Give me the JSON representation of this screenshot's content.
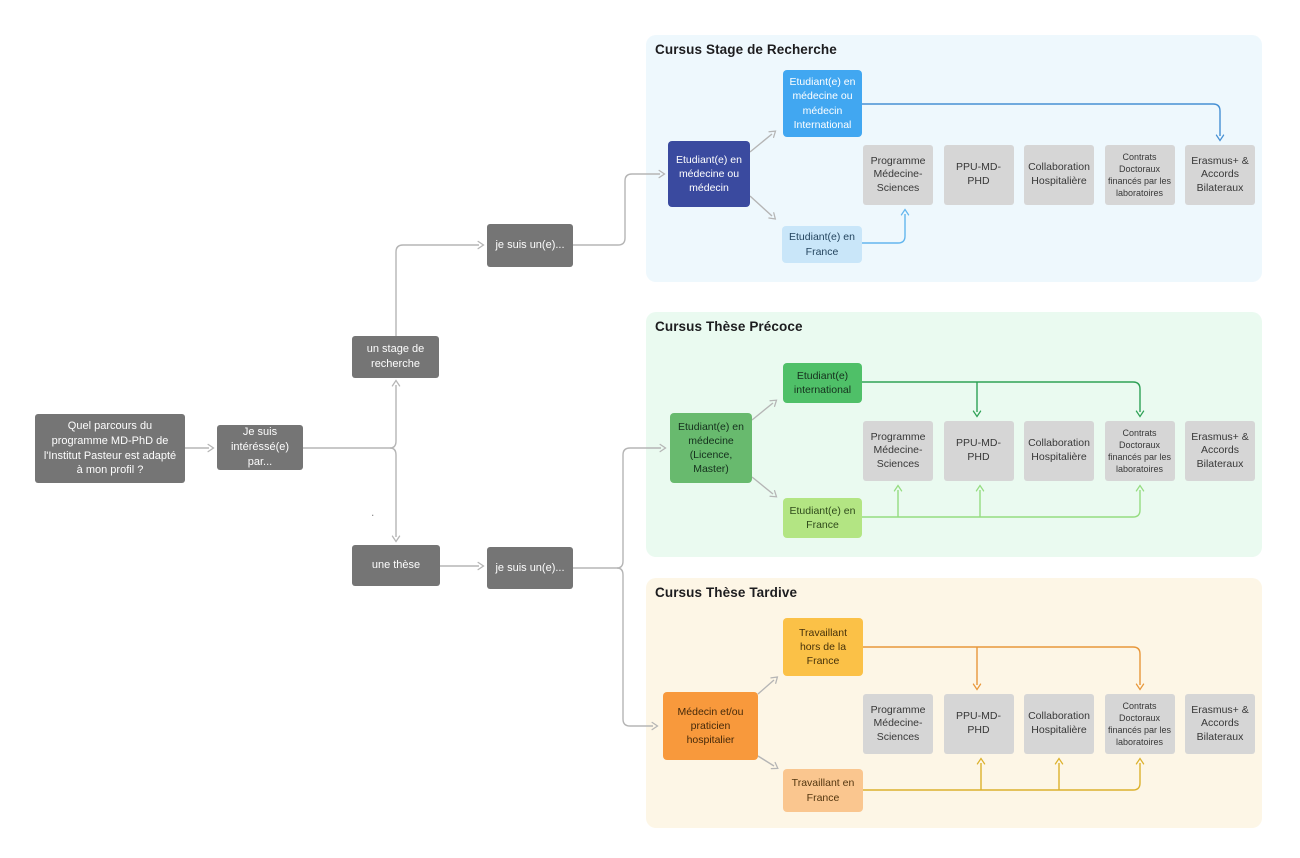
{
  "flow": {
    "start": "Quel parcours du programme MD-PhD de l'Institut Pasteur est adapté à mon profil ?",
    "interest": "Je suis intéréssé(e) par...",
    "stage": "un stage de recherche",
    "these": "une thèse",
    "who_stage": "je suis un(e)...",
    "who_these": "je suis un(e)...",
    "stray_mark": "."
  },
  "options": [
    "Programme Médecine-Sciences",
    "PPU-MD-PHD",
    "Collaboration Hospitalière",
    "Contrats Doctoraux financés par les laboratoires",
    "Erasmus+ & Accords Bilateraux"
  ],
  "sections": [
    {
      "title": "Cursus Stage de Recherche",
      "nodes": {
        "primary": "Etudiant(e) en médecine ou médecin",
        "branch_top": "Etudiant(e) en médecine ou médecin International",
        "branch_bottom": "Etudiant(e) en France"
      }
    },
    {
      "title": "Cursus Thèse Précoce",
      "nodes": {
        "primary": "Etudiant(e) en médecine (Licence, Master)",
        "branch_top": "Etudiant(e) international",
        "branch_bottom": "Etudiant(e) en France"
      }
    },
    {
      "title": "Cursus Thèse Tardive",
      "nodes": {
        "primary": "Médecin et/ou praticien hospitalier",
        "branch_top": "Travaillant hors de la France",
        "branch_bottom": "Travaillant en France"
      }
    }
  ],
  "colors": {
    "canvas_bg": "#ffffff",
    "flow_box": "#757575",
    "flow_box_text": "#ffffff",
    "option_box": "#d6d6d6",
    "option_text": "#383838",
    "connector_gray": "#b5b5b5",
    "section_recherche_bg": "#eef8fd",
    "section_precoce_bg": "#eafaf0",
    "section_tardive_bg": "#fdf6e6",
    "node_recherche_primary": "#3a4a9f",
    "node_recherche_international": "#41a7f1",
    "node_recherche_france": "#c9e6f9",
    "connector_recherche": "#4690d4",
    "connector_recherche_light": "#63b6ee",
    "node_precoce_primary": "#68ba6e",
    "node_precoce_international": "#4fc068",
    "node_precoce_france": "#b3e583",
    "connector_precoce": "#2fa156",
    "connector_precoce_light": "#95dc80",
    "node_tardive_primary": "#f8993c",
    "node_tardive_hors": "#fbc147",
    "node_tardive_france": "#fac68f",
    "connector_tardive": "#e8973a",
    "connector_tardive_light": "#dcb12d"
  }
}
